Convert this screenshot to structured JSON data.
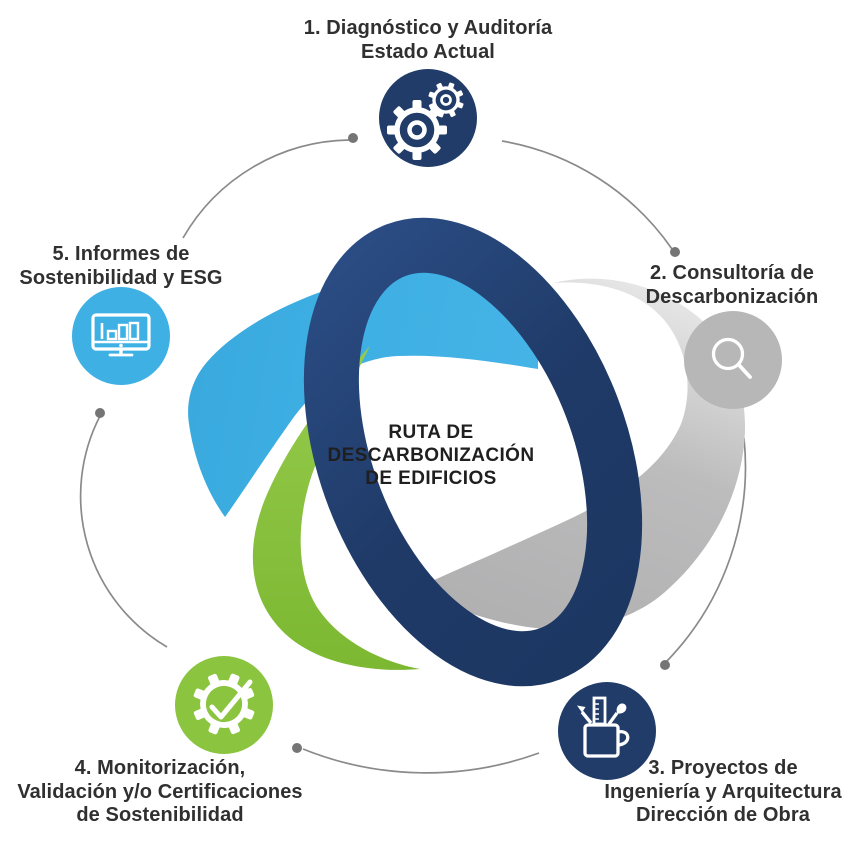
{
  "center": {
    "lines": [
      "RUTA DE",
      "DESCARBONIZACIÓN",
      "DE EDIFICIOS"
    ]
  },
  "steps": [
    {
      "number": "1",
      "lines": [
        "1. Diagnóstico y Auditoría",
        "Estado Actual"
      ],
      "icon": "gears-icon",
      "color": "#213c69"
    },
    {
      "number": "2",
      "lines": [
        "2. Consultoría de",
        "Descarbonización"
      ],
      "icon": "magnifier-icon",
      "color": "#b7b7b8"
    },
    {
      "number": "3",
      "lines": [
        "3. Proyectos de",
        "Ingeniería y Arquitectura",
        "Dirección de Obra"
      ],
      "icon": "mug-drafting-tools-icon",
      "color": "#213c69"
    },
    {
      "number": "4",
      "lines": [
        "4. Monitorización,",
        "Validación y/o Certificaciones",
        "de Sostenibilidad"
      ],
      "icon": "gear-check-icon",
      "color": "#8bc43e"
    },
    {
      "number": "5",
      "lines": [
        "5. Informes de",
        "Sostenibilidad y ESG"
      ],
      "icon": "monitor-chart-icon",
      "color": "#3fb0e4"
    }
  ],
  "knot_colors": {
    "navy": "#213c69",
    "blue": "#3fb0e4",
    "green": "#8bc43e",
    "gray": "#b7b7b8"
  },
  "connector": {
    "line_color": "#8a8a8a",
    "dot_color": "#757575"
  }
}
